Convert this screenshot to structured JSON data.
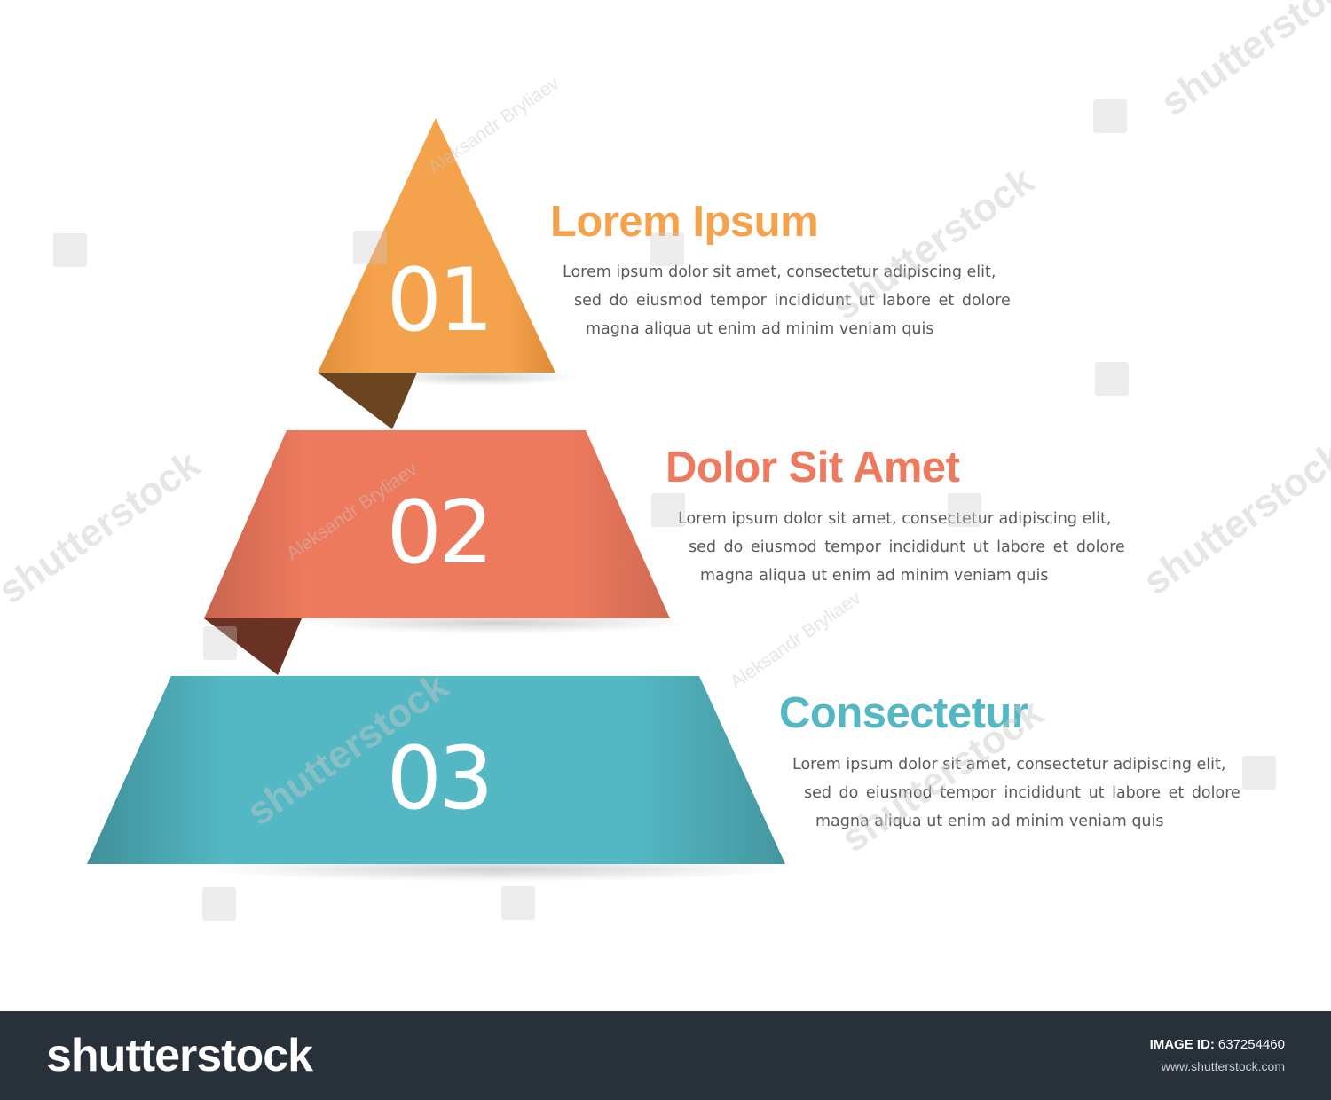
{
  "colors": {
    "orange": "#F5A24C",
    "coral": "#EE7A5E",
    "teal": "#54B8C4",
    "body_text": "#5a5a5a",
    "footer_bg": "#28303a"
  },
  "steps": [
    {
      "number": "01",
      "title": "Lorem Ipsum",
      "color": "#F5A24C",
      "lines": [
        "Lorem ipsum dolor sit amet, consectetur adipiscing elit,",
        "sed do eiusmod tempor incididunt ut labore et dolore",
        "magna aliqua ut enim ad minim veniam quis"
      ]
    },
    {
      "number": "02",
      "title": "Dolor Sit Amet",
      "color": "#EE7A5E",
      "lines": [
        "Lorem ipsum dolor sit amet, consectetur adipiscing elit,",
        "sed do eiusmod tempor incididunt ut labore et dolore",
        "magna aliqua ut enim ad minim veniam quis"
      ]
    },
    {
      "number": "03",
      "title": "Consectetur",
      "color": "#54B8C4",
      "lines": [
        "Lorem ipsum dolor sit amet, consectetur adipiscing elit,",
        "sed do eiusmod tempor incididunt ut labore et dolore",
        "magna aliqua ut enim ad minim veniam quis"
      ]
    }
  ],
  "watermark": {
    "brand": "shutterstock",
    "author": "Aleksandr Bryliaev"
  },
  "footer": {
    "logo": "shutterstock",
    "image_id_label": "IMAGE ID:",
    "image_id": "637254460",
    "url": "www.shutterstock.com"
  }
}
